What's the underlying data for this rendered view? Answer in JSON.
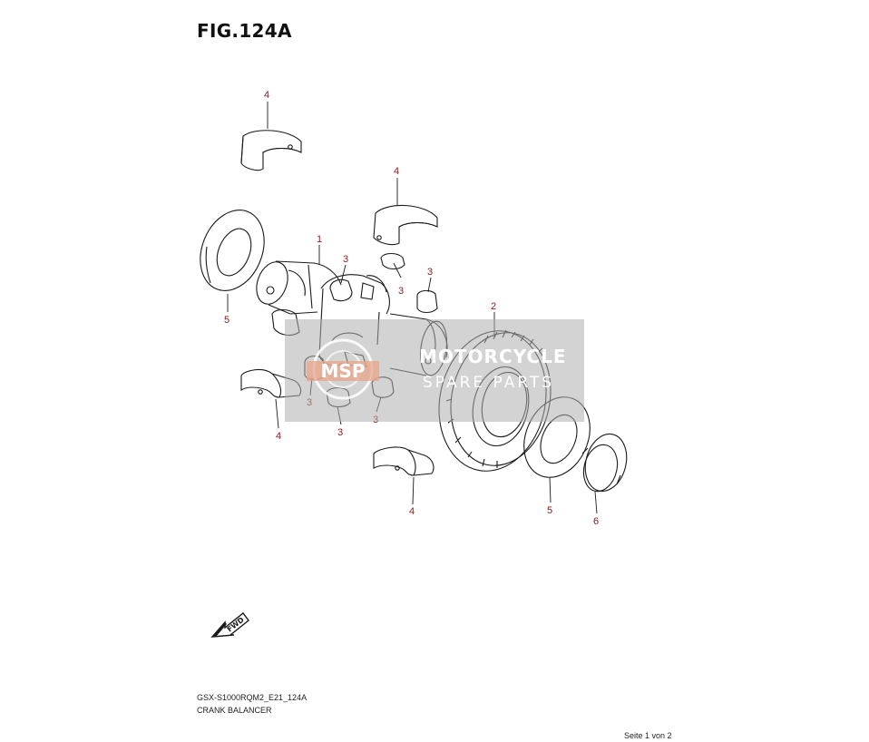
{
  "figure": {
    "title": "FIG.124A"
  },
  "callouts": {
    "c1": "1",
    "c2": "2",
    "c3a": "3",
    "c3b": "3",
    "c3c": "3",
    "c3d": "3",
    "c3e": "3",
    "c3f": "3",
    "c4a": "4",
    "c4b": "4",
    "c4c": "4",
    "c4d": "4",
    "c5a": "5",
    "c5b": "5",
    "c6": "6"
  },
  "watermark": {
    "logo_text": "MSP",
    "line1": "MOTORCYCLE",
    "line2": "SPARE PARTS"
  },
  "fwd_label": "FWD",
  "footer": {
    "model_code": "GSX-S1000RQM2_E21_124A",
    "model_name": "CRANK BALANCER",
    "page": "Seite 1 von 2"
  },
  "colors": {
    "callout": "#8b1a1a",
    "line_art": "#1a1a1a",
    "watermark_bg": "#afafaf",
    "watermark_accent": "#e8a48a"
  }
}
